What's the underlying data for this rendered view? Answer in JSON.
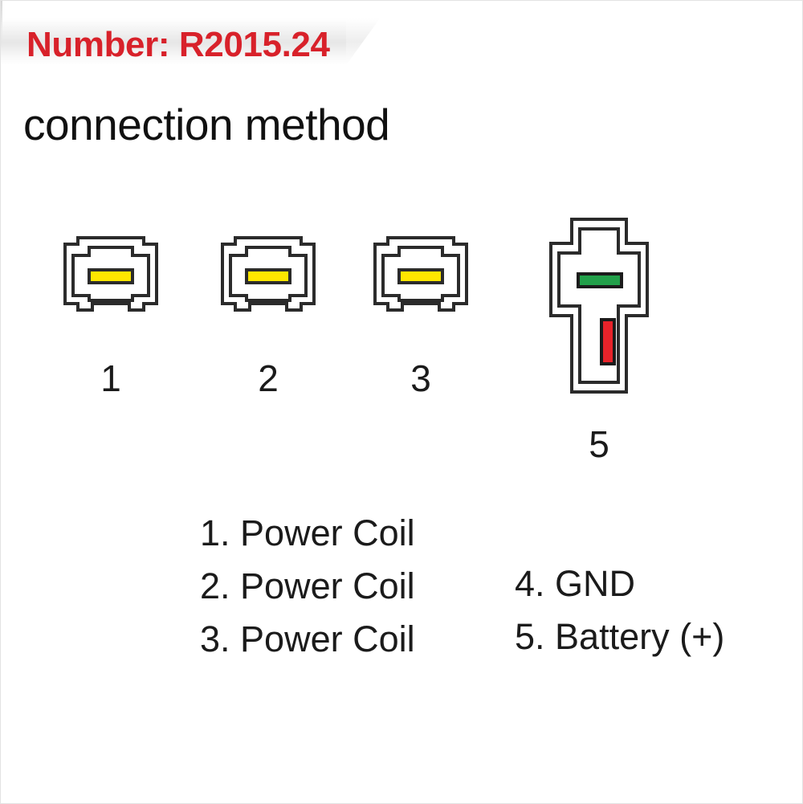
{
  "header": {
    "doc_number": "Number: R2015.24",
    "subtitle": "connection method",
    "number_color": "#d8212a",
    "subtitle_color": "#111111"
  },
  "colors": {
    "outline": "#2b2b2b",
    "yellow_pin": "#ffe600",
    "yellow_pin_border": "#2b2b2b",
    "green_pin": "#22a04a",
    "green_pin_border": "#1b1b1b",
    "red_pin": "#e8232a",
    "red_pin_border": "#1b1b1b",
    "background": "#ffffff",
    "banner": "#e2e2e2"
  },
  "connectors": [
    {
      "id": "connector-1",
      "label": "1",
      "shape": "small-housing",
      "pin_color": "yellow",
      "pin_orientation": "horizontal"
    },
    {
      "id": "connector-2",
      "label": "2",
      "shape": "small-housing",
      "pin_color": "yellow",
      "pin_orientation": "horizontal"
    },
    {
      "id": "connector-3",
      "label": "3",
      "shape": "small-housing",
      "pin_color": "yellow",
      "pin_orientation": "horizontal"
    },
    {
      "id": "connector-5",
      "label": "5",
      "shape": "large-cross-housing",
      "pins": [
        {
          "color": "green",
          "orientation": "horizontal"
        },
        {
          "color": "red",
          "orientation": "vertical"
        }
      ]
    }
  ],
  "legend": {
    "left_column": [
      "1. Power Coil",
      "2. Power Coil",
      "3. Power Coil"
    ],
    "right_column": [
      "4. GND",
      "5. Battery (+)"
    ]
  }
}
